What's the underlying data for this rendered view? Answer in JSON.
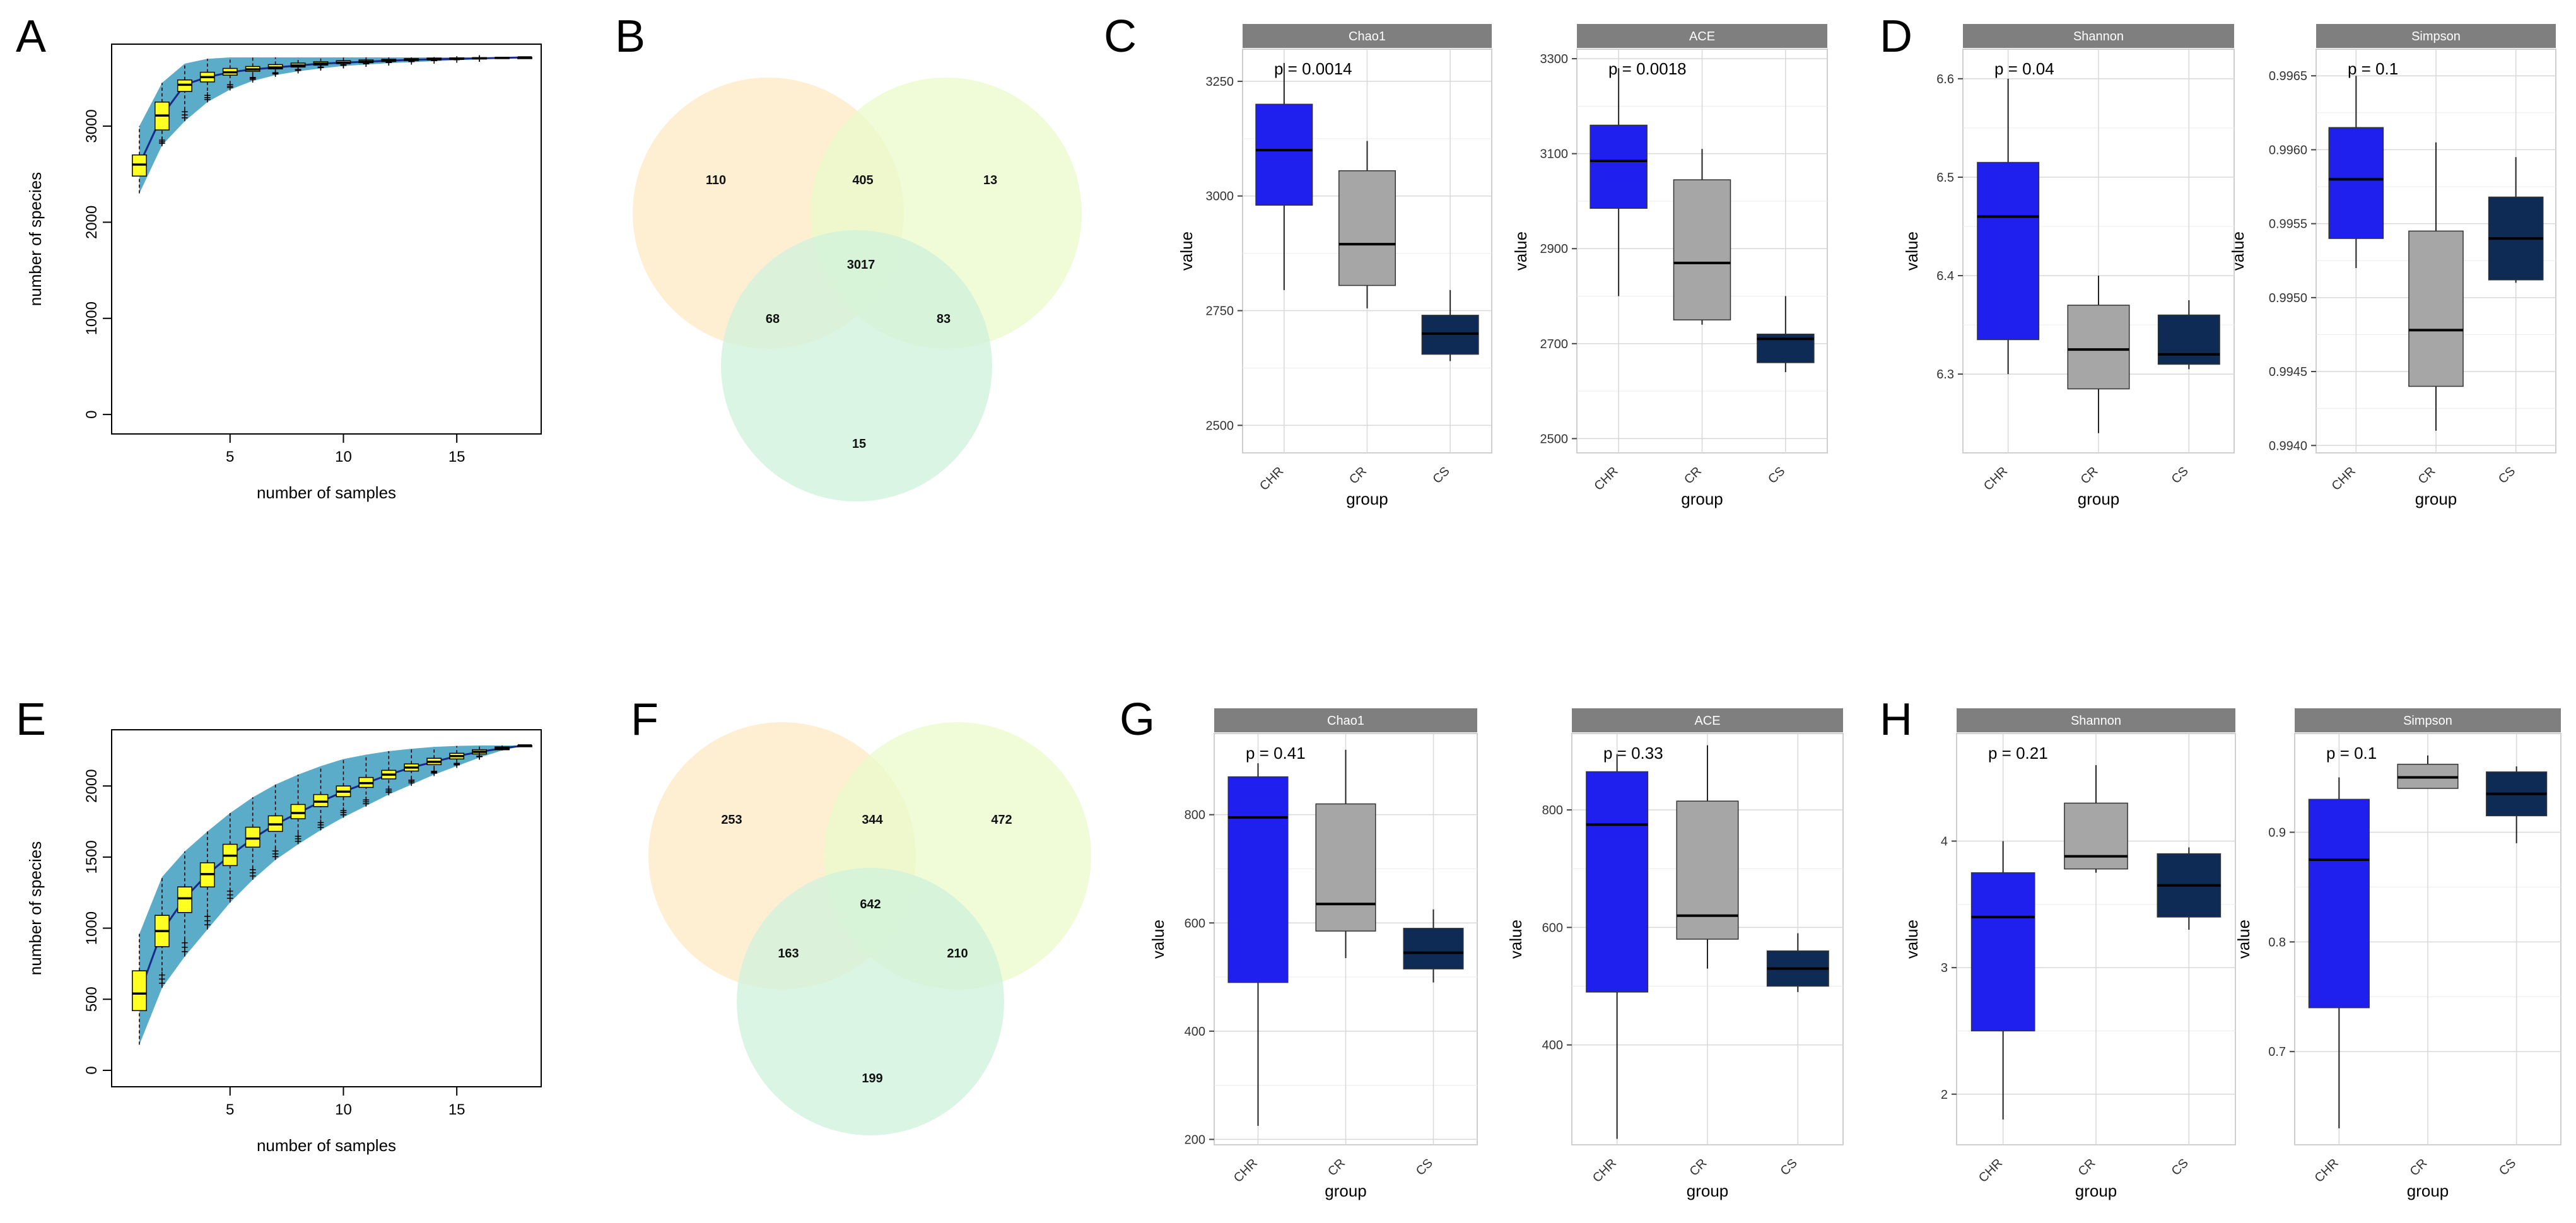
{
  "panel_labels": [
    "A",
    "B",
    "C",
    "D",
    "E",
    "F",
    "G",
    "H"
  ],
  "colors": {
    "rare_band": "#5aacc9",
    "rare_box": "#ffff22",
    "venn": [
      "#fde9c4",
      "#e9fbc9",
      "#cff1dc"
    ],
    "groups": {
      "CHR": "#2020ee",
      "CR": "#a6a6a6",
      "CS": "#0d2b55"
    },
    "strip": "#7f7f7f"
  },
  "chart_data": [
    {
      "id": "A",
      "type": "box",
      "title": "",
      "xlabel": "number of samples",
      "ylabel": "number of species",
      "xlim": [
        0,
        18.5
      ],
      "ylim": [
        -150,
        3800
      ],
      "xticks": [
        5,
        10,
        15
      ],
      "yticks": [
        0,
        1000,
        2000,
        3000
      ],
      "x": [
        1,
        2,
        3,
        4,
        5,
        6,
        7,
        8,
        9,
        10,
        11,
        12,
        13,
        14,
        15,
        16,
        17,
        18
      ],
      "median": [
        2600,
        3110,
        3430,
        3510,
        3560,
        3590,
        3610,
        3630,
        3650,
        3660,
        3670,
        3680,
        3690,
        3695,
        3700,
        3705,
        3710,
        3715
      ],
      "q1": [
        2480,
        2960,
        3360,
        3460,
        3530,
        3570,
        3595,
        3615,
        3635,
        3650,
        3660,
        3672,
        3682,
        3690,
        3696,
        3702,
        3708,
        3715
      ],
      "q3": [
        2700,
        3250,
        3480,
        3560,
        3600,
        3620,
        3640,
        3655,
        3670,
        3680,
        3688,
        3695,
        3702,
        3707,
        3710,
        3712,
        3715,
        3715
      ],
      "band_low": [
        2300,
        2800,
        3050,
        3250,
        3380,
        3470,
        3530,
        3570,
        3600,
        3625,
        3640,
        3655,
        3665,
        3675,
        3685,
        3695,
        3705,
        3715
      ],
      "band_high": [
        3000,
        3450,
        3650,
        3700,
        3715,
        3715,
        3715,
        3715,
        3715,
        3715,
        3715,
        3715,
        3715,
        3715,
        3715,
        3715,
        3715,
        3715
      ]
    },
    {
      "id": "B",
      "type": "venn",
      "counts": {
        "a_only": "110",
        "ab": "405",
        "b_only": "13",
        "abc": "3017",
        "ac": "68",
        "bc": "83",
        "c_only": "15"
      }
    },
    {
      "id": "C1",
      "type": "box",
      "title": "Chao1",
      "xlabel": "group",
      "ylabel": "value",
      "categories": [
        "CHR",
        "CR",
        "CS"
      ],
      "ylim": [
        2440,
        3320
      ],
      "yticks": [
        2500,
        2750,
        3000,
        3250
      ],
      "pvalue": "p = 0.0014",
      "boxes": [
        {
          "min": 2795,
          "q1": 2980,
          "median": 3100,
          "q3": 3200,
          "max": 3290
        },
        {
          "min": 2755,
          "q1": 2805,
          "median": 2895,
          "q3": 3055,
          "max": 3120
        },
        {
          "min": 2640,
          "q1": 2655,
          "median": 2700,
          "q3": 2740,
          "max": 2795
        }
      ]
    },
    {
      "id": "C2",
      "type": "box",
      "title": "ACE",
      "xlabel": "group",
      "ylabel": "value",
      "categories": [
        "CHR",
        "CR",
        "CS"
      ],
      "ylim": [
        2470,
        3320
      ],
      "yticks": [
        2500,
        2700,
        2900,
        3100,
        3300
      ],
      "pvalue": "p = 0.0018",
      "boxes": [
        {
          "min": 2800,
          "q1": 2985,
          "median": 3085,
          "q3": 3160,
          "max": 3280
        },
        {
          "min": 2740,
          "q1": 2750,
          "median": 2870,
          "q3": 3045,
          "max": 3110
        },
        {
          "min": 2640,
          "q1": 2660,
          "median": 2710,
          "q3": 2720,
          "max": 2800
        }
      ]
    },
    {
      "id": "D1",
      "type": "box",
      "title": "Shannon",
      "xlabel": "group",
      "ylabel": "value",
      "categories": [
        "CHR",
        "CR",
        "CS"
      ],
      "ylim": [
        6.22,
        6.63
      ],
      "yticks": [
        6.3,
        6.4,
        6.5,
        6.6
      ],
      "pvalue": "p = 0.04",
      "boxes": [
        {
          "min": 6.3,
          "q1": 6.335,
          "median": 6.46,
          "q3": 6.515,
          "max": 6.6
        },
        {
          "min": 6.24,
          "q1": 6.285,
          "median": 6.325,
          "q3": 6.37,
          "max": 6.4
        },
        {
          "min": 6.305,
          "q1": 6.31,
          "median": 6.32,
          "q3": 6.36,
          "max": 6.375
        }
      ]
    },
    {
      "id": "D2",
      "type": "box",
      "title": "Simpson",
      "xlabel": "group",
      "ylabel": "value",
      "categories": [
        "CHR",
        "CR",
        "CS"
      ],
      "ylim": [
        0.99395,
        0.99668
      ],
      "yticks": [
        0.994,
        0.9945,
        0.995,
        0.9955,
        0.996,
        0.9965
      ],
      "pvalue": "p = 0.1",
      "boxes": [
        {
          "min": 0.9952,
          "q1": 0.9954,
          "median": 0.9958,
          "q3": 0.99615,
          "max": 0.9965
        },
        {
          "min": 0.9941,
          "q1": 0.9944,
          "median": 0.99478,
          "q3": 0.99545,
          "max": 0.99605
        },
        {
          "min": 0.9951,
          "q1": 0.99512,
          "median": 0.9954,
          "q3": 0.99568,
          "max": 0.99595
        }
      ]
    },
    {
      "id": "E",
      "type": "box",
      "title": "",
      "xlabel": "number of samples",
      "ylabel": "number of species",
      "xlim": [
        0,
        18.5
      ],
      "ylim": [
        -80,
        2360
      ],
      "xticks": [
        5,
        10,
        15
      ],
      "yticks": [
        0,
        500,
        1000,
        1500,
        2000
      ],
      "x": [
        1,
        2,
        3,
        4,
        5,
        6,
        7,
        8,
        9,
        10,
        11,
        12,
        13,
        14,
        15,
        16,
        17,
        18
      ],
      "median": [
        540,
        980,
        1210,
        1380,
        1510,
        1630,
        1730,
        1810,
        1890,
        1960,
        2020,
        2080,
        2130,
        2170,
        2210,
        2240,
        2265,
        2285
      ],
      "q1": [
        420,
        870,
        1110,
        1290,
        1440,
        1570,
        1680,
        1770,
        1855,
        1925,
        1990,
        2050,
        2105,
        2150,
        2190,
        2225,
        2255,
        2285
      ],
      "q3": [
        700,
        1090,
        1290,
        1460,
        1590,
        1710,
        1790,
        1870,
        1940,
        2000,
        2060,
        2110,
        2155,
        2195,
        2230,
        2255,
        2275,
        2285
      ],
      "band_low": [
        180,
        580,
        800,
        990,
        1180,
        1340,
        1480,
        1590,
        1690,
        1780,
        1860,
        1940,
        2010,
        2080,
        2140,
        2200,
        2250,
        2285
      ],
      "band_high": [
        960,
        1360,
        1540,
        1680,
        1810,
        1920,
        2010,
        2080,
        2140,
        2190,
        2220,
        2245,
        2262,
        2275,
        2282,
        2285,
        2285,
        2285
      ]
    },
    {
      "id": "F",
      "type": "venn",
      "counts": {
        "a_only": "253",
        "ab": "344",
        "b_only": "472",
        "abc": "642",
        "ac": "163",
        "bc": "210",
        "c_only": "199"
      }
    },
    {
      "id": "G1",
      "type": "box",
      "title": "Chao1",
      "xlabel": "group",
      "ylabel": "value",
      "categories": [
        "CHR",
        "CR",
        "CS"
      ],
      "ylim": [
        190,
        950
      ],
      "yticks": [
        200,
        400,
        600,
        800
      ],
      "pvalue": "p = 0.41",
      "boxes": [
        {
          "min": 225,
          "q1": 490,
          "median": 795,
          "q3": 870,
          "max": 895
        },
        {
          "min": 535,
          "q1": 585,
          "median": 635,
          "q3": 820,
          "max": 920
        },
        {
          "min": 490,
          "q1": 515,
          "median": 545,
          "q3": 590,
          "max": 625
        }
      ]
    },
    {
      "id": "G2",
      "type": "box",
      "title": "ACE",
      "xlabel": "group",
      "ylabel": "value",
      "categories": [
        "CHR",
        "CR",
        "CS"
      ],
      "ylim": [
        230,
        930
      ],
      "yticks": [
        400,
        600,
        800
      ],
      "pvalue": "p = 0.33",
      "boxes": [
        {
          "min": 240,
          "q1": 490,
          "median": 775,
          "q3": 865,
          "max": 895
        },
        {
          "min": 530,
          "q1": 580,
          "median": 620,
          "q3": 815,
          "max": 910
        },
        {
          "min": 490,
          "q1": 500,
          "median": 530,
          "q3": 560,
          "max": 590
        }
      ]
    },
    {
      "id": "H1",
      "type": "box",
      "title": "Shannon",
      "xlabel": "group",
      "ylabel": "value",
      "categories": [
        "CHR",
        "CR",
        "CS"
      ],
      "ylim": [
        1.6,
        4.85
      ],
      "yticks": [
        2,
        3,
        4
      ],
      "pvalue": "p = 0.21",
      "boxes": [
        {
          "min": 1.8,
          "q1": 2.5,
          "median": 3.4,
          "q3": 3.75,
          "max": 4.0
        },
        {
          "min": 3.75,
          "q1": 3.78,
          "median": 3.88,
          "q3": 4.3,
          "max": 4.6
        },
        {
          "min": 3.3,
          "q1": 3.4,
          "median": 3.65,
          "q3": 3.9,
          "max": 3.95
        }
      ]
    },
    {
      "id": "H2",
      "type": "box",
      "title": "Simpson",
      "xlabel": "group",
      "ylabel": "value",
      "categories": [
        "CHR",
        "CR",
        "CS"
      ],
      "ylim": [
        0.615,
        0.99
      ],
      "yticks": [
        0.7,
        0.8,
        0.9
      ],
      "pvalue": "p = 0.1",
      "boxes": [
        {
          "min": 0.63,
          "q1": 0.74,
          "median": 0.875,
          "q3": 0.93,
          "max": 0.95
        },
        {
          "min": 0.94,
          "q1": 0.94,
          "median": 0.95,
          "q3": 0.962,
          "max": 0.97
        },
        {
          "min": 0.89,
          "q1": 0.915,
          "median": 0.935,
          "q3": 0.955,
          "max": 0.96
        }
      ]
    }
  ]
}
